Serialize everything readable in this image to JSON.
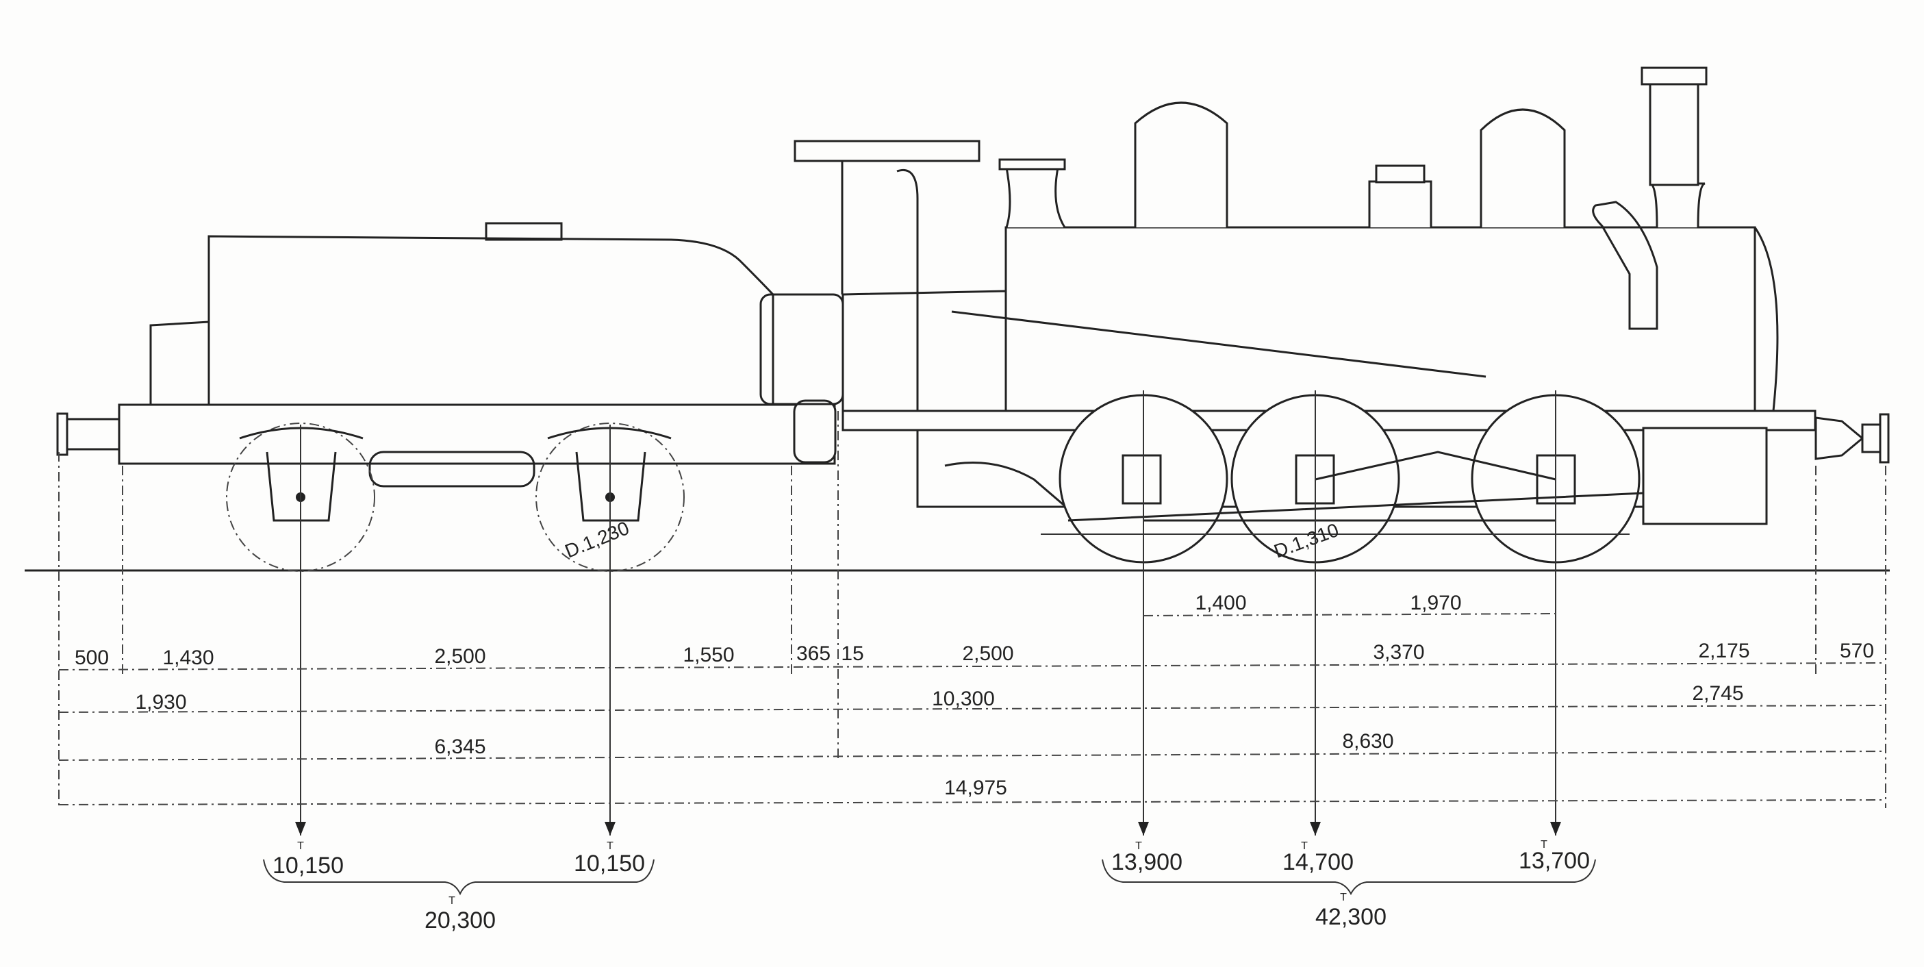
{
  "drawing": {
    "tender_wheel_label": "D.1,230",
    "loco_wheel_label": "D.1,310"
  },
  "dimensions": {
    "row_top": {
      "d1": "1,400",
      "d2": "1,970"
    },
    "row_1": {
      "d1": "500",
      "d2": "1,430",
      "d3": "2,500",
      "d4": "1,550",
      "d5": "365",
      "d6": "15",
      "d7": "2,500",
      "d8": "3,370",
      "d9": "2,175",
      "d10": "570"
    },
    "row_2": {
      "d1": "1,930",
      "d2": "10,300",
      "d3": "2,745"
    },
    "row_3": {
      "d1": "6,345",
      "d2": "8,630"
    },
    "row_4": {
      "d1": "14,975"
    }
  },
  "axle_loads": {
    "tender": {
      "a1": "10,150",
      "a2": "10,150",
      "total": "20,300"
    },
    "locomotive": {
      "a1": "13,900",
      "a2": "14,700",
      "a3": "13,700",
      "total": "42,300"
    },
    "unit": "T"
  }
}
